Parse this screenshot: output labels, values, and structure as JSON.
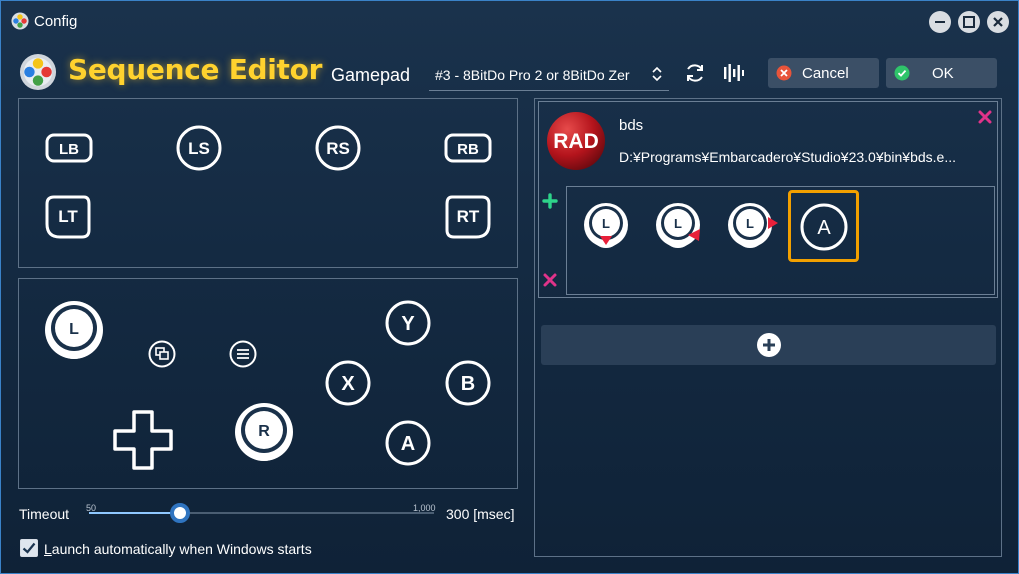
{
  "window": {
    "title": "Config",
    "controls": [
      "minimize-icon",
      "maximize-icon",
      "close-icon"
    ]
  },
  "header": {
    "heading": "Sequence Editor",
    "gamepad_label": "Gamepad",
    "gamepad_selected": "#3 - 8BitDo Pro 2 or 8BitDo Zer",
    "refresh_icon": "refresh-icon",
    "test_icon": "signal-bars-icon",
    "cancel_label": "Cancel",
    "ok_label": "OK"
  },
  "shoulder_panel": {
    "buttons": [
      "LB",
      "LS",
      "RS",
      "RB",
      "LT",
      "RT"
    ]
  },
  "main_panel": {
    "left_stick": "L",
    "right_stick": "R",
    "face_buttons": [
      "Y",
      "X",
      "B",
      "A"
    ],
    "view_icon": "view-icon",
    "menu_icon": "menu-icon",
    "dpad_icon": "dpad-icon"
  },
  "timeout": {
    "label": "Timeout",
    "min": "50",
    "max": "1,000",
    "value": 300,
    "value_text": "300 [msec]"
  },
  "autostart": {
    "checked": true,
    "label_accel": "L",
    "label_rest": "aunch automatically when Windows starts"
  },
  "sequence": {
    "app_icon_text": "RAD",
    "name": "bds",
    "path": "D:¥Programs¥Embarcadero¥Studio¥23.0¥bin¥bds.e...",
    "steps": [
      {
        "icon": "left-stick-down-icon",
        "label": "L"
      },
      {
        "icon": "left-stick-down-right-icon",
        "label": "L"
      },
      {
        "icon": "left-stick-right-icon",
        "label": "L"
      },
      {
        "icon": "a-button-icon",
        "label": "A",
        "selected": true
      }
    ]
  },
  "colors": {
    "accent_yellow": "#ffd22e",
    "selection_orange": "#f2a000",
    "add_green": "#2ed48a",
    "remove_magenta": "#e0338a",
    "cancel_red": "#e8543a",
    "ok_green": "#2fc46a"
  }
}
